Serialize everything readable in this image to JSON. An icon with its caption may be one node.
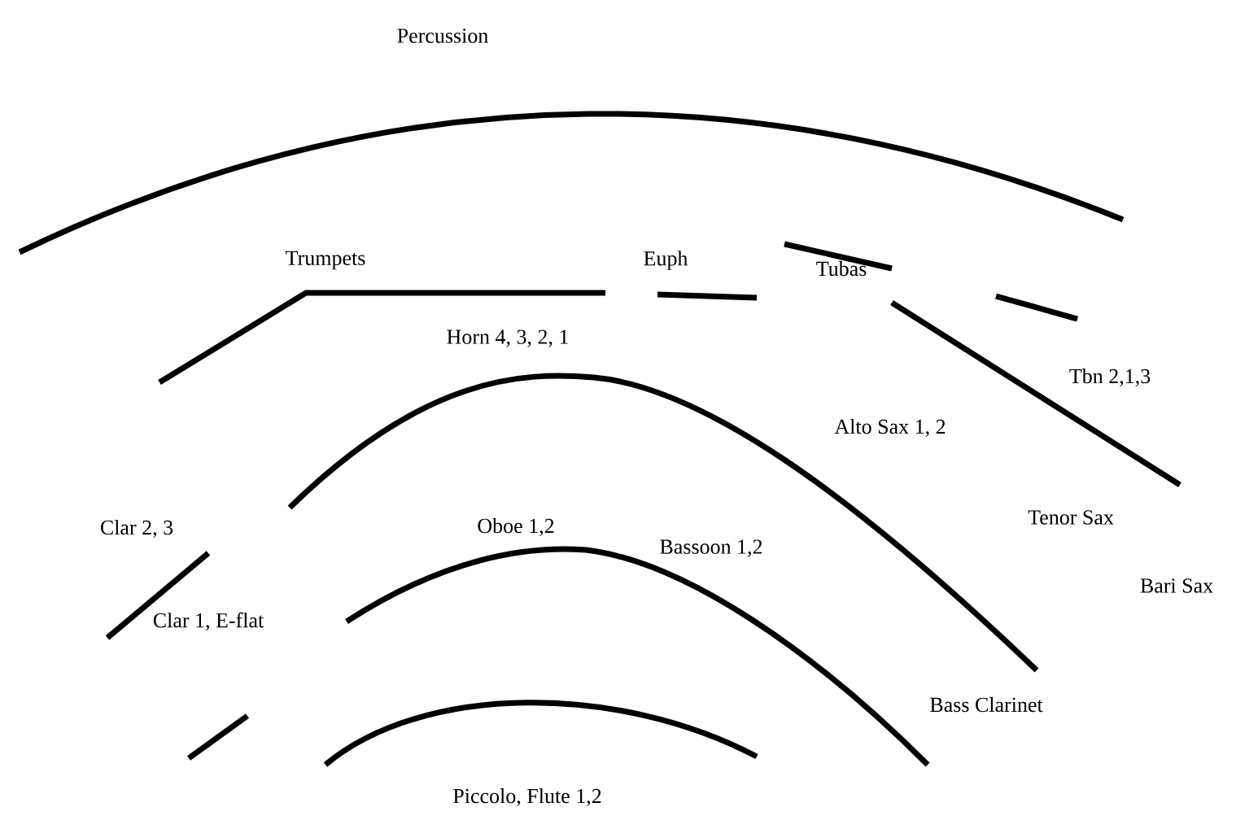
{
  "diagram": {
    "labels": [
      "Percussion",
      "Tubas",
      "Trumpets",
      "Euph",
      "Horn 4, 3, 2, 1",
      "Tbn 2,1,3",
      "Alto Sax 1, 2",
      "Tenor Sax",
      "Clar 2, 3",
      "Oboe 1,2",
      "Bassoon 1,2",
      "Bari Sax",
      "Clar 1, E-flat",
      "Bass Clarinet",
      "Piccolo, Flute 1,2"
    ]
  }
}
